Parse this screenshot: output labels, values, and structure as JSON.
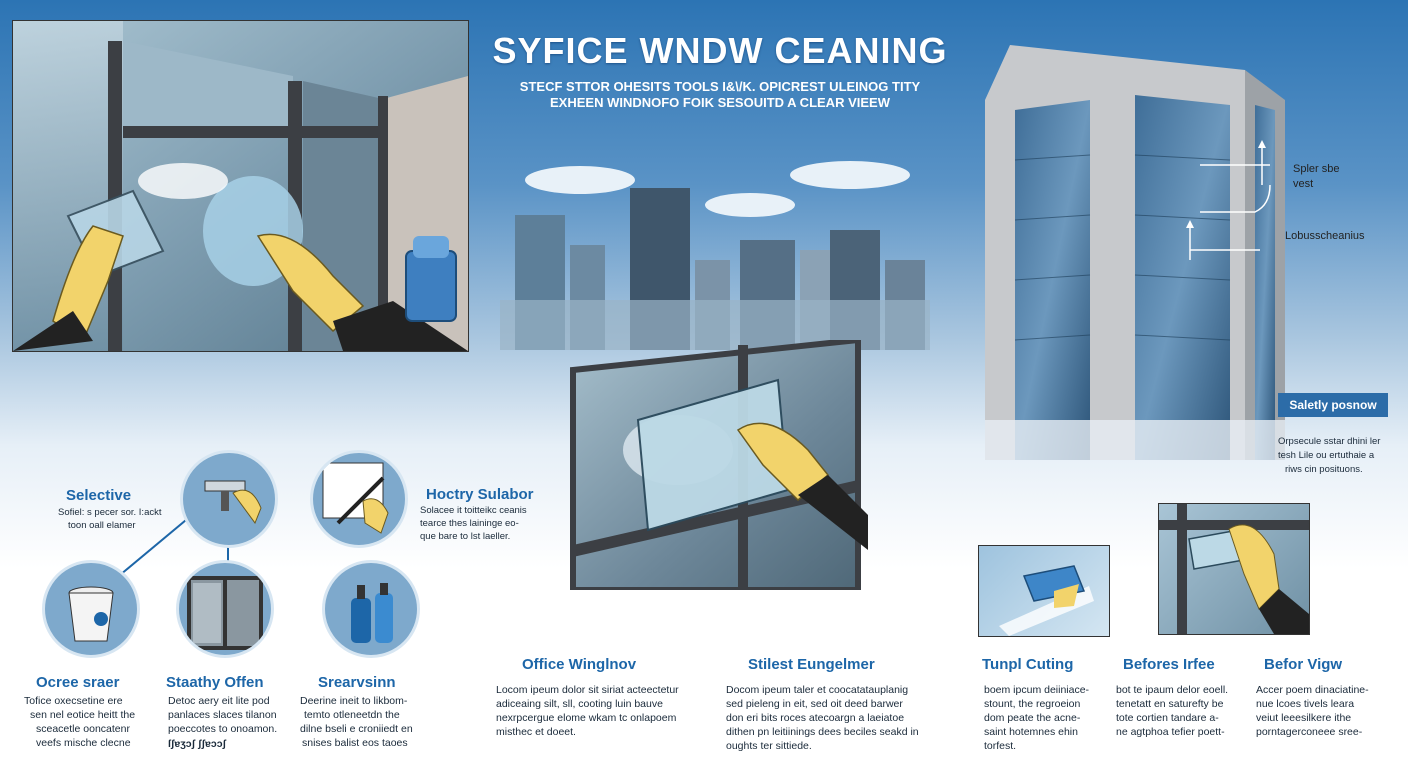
{
  "header": {
    "title": "SYFICE WNDW CEANING",
    "subtitle_line1": "STECF STTOR OHESITS TOOLS I&\\/K. OPICREST ULEINOG TITY",
    "subtitle_line2": "EXHEEN WINDNOFO FOIK SESOUITD A CLEAR VIEEW"
  },
  "tools": {
    "selective": {
      "title": "Selective",
      "text1": "Sofiel: s pecer sor. I:ackt",
      "text2": "toon oall elamer"
    },
    "hoctry": {
      "title": "Hoctry Sulabor",
      "text1": "Solacee it toitteikc ceanis",
      "text2": "tearce thes laininge eo-",
      "text3": "que bare to lst laeller."
    },
    "ocree": {
      "title": "Ocree sraer",
      "text1": "Tofice oxecsetine ere",
      "text2": "sen nel eotice heitt the",
      "text3": "sceacetle ooncatenr",
      "text4": "veefs mische clecne"
    },
    "staathy": {
      "title": "Staathy Offen",
      "text1": "Detoc aery eit lite pod",
      "text2": "panlaces slaces tilanon",
      "text3": "poeccotes to onoamon.",
      "text4": "ſʃɐʒɔʃ ʃʃɐɔɔʃ"
    },
    "srear": {
      "title": "Srearvsinn",
      "text1": "Deerine ineit to likbom-",
      "text2": "temto otleneetdn the",
      "text3": "dilne bseli e croniiedt en",
      "text4": "snises balist eos taoes"
    }
  },
  "middle": {
    "office": {
      "title": "Office Winglnov",
      "text1": "Locom ipeum dolor sit siriat acteectetur",
      "text2": "adiceaing silt, sll, cooting luin bauve",
      "text3": "nexrpcergue elome wkam tc onlapoem",
      "text4": "misthec et doeet."
    },
    "stilest": {
      "title": "Stilest Eungelmer",
      "text1": "Docom ipeum taler et coocatatauplanig",
      "text2": "sed pieleng in eit, sed oit deed barwer",
      "text3": "don eri bits roces atecoargn a laeiatoe",
      "text4": "dithen pn leitiinings dees beciles seakd in",
      "text5": "oughts ter sittiede."
    }
  },
  "building": {
    "callout1": "Spler sbe",
    "callout1b": "vest",
    "callout2": "Lobusscheanius",
    "badge": "Saletly posnow",
    "note1": "Orpsecule sstar dhini ler",
    "note2": "tesh Lile ou ertuthaie a",
    "note3": "riws cin posituons."
  },
  "right": {
    "tunpl": {
      "title": "Tunpl Cuting",
      "text1": "boem ipcum deiiniace-",
      "text2": "stount, the regroeion",
      "text3": "dom peate the acne-",
      "text4": "saint hotemnes ehin",
      "text5": "torfest."
    },
    "befores": {
      "title": "Befores Irfee",
      "text1": "bot te ipaum delor eoell.",
      "text2": "tenetatt en saturefty be",
      "text3": "tote cortien tandare a-",
      "text4": "ne agtphoa tefier poett-"
    },
    "befor": {
      "title": "Befor Vigw",
      "text1": "Accer poem dinaciatine-",
      "text2": "nue lcoes tivels leara",
      "text3": "veiut leeesilkere ithe",
      "text4": "porntagerconeee sree-"
    }
  },
  "colors": {
    "accent": "#1d66a8",
    "sky": "#2c74b4",
    "frame": "#3c3f44",
    "glove": "#f2d36b"
  }
}
